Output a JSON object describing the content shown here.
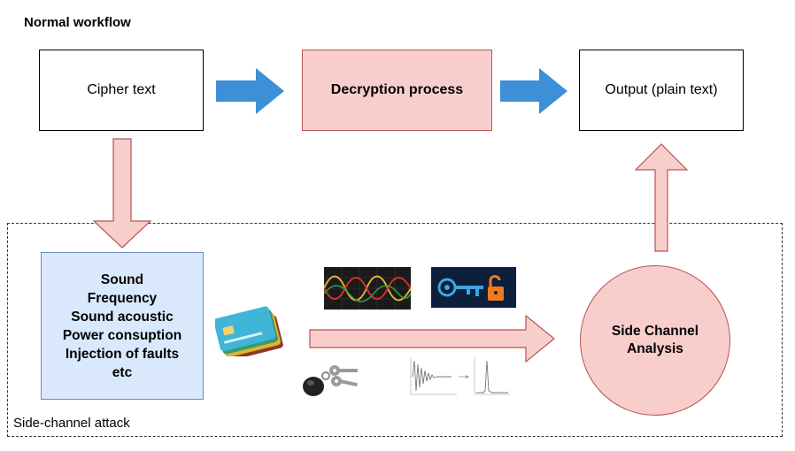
{
  "normal_workflow": {
    "title": "Normal workflow",
    "cipher_text": "Cipher text",
    "decryption": "Decryption process",
    "output": "Output (plain text)"
  },
  "side_channel": {
    "title": "Side-channel attack",
    "sources": [
      "Sound",
      "Frequency",
      "Sound acoustic",
      "Power consuption",
      "Injection of faults",
      "etc"
    ],
    "analysis_line1": "Side Channel",
    "analysis_line2": "Analysis"
  },
  "colors": {
    "blue_arrow": "#3d8fd6",
    "pink_fill": "#f8cecc",
    "pink_stroke": "#b85450",
    "blue_box": "#dae8fc"
  },
  "icons": [
    "oscilloscope-icon",
    "key-unlock-icon",
    "credit-cards-icon",
    "keys-icon",
    "waveform-plot-icon"
  ]
}
